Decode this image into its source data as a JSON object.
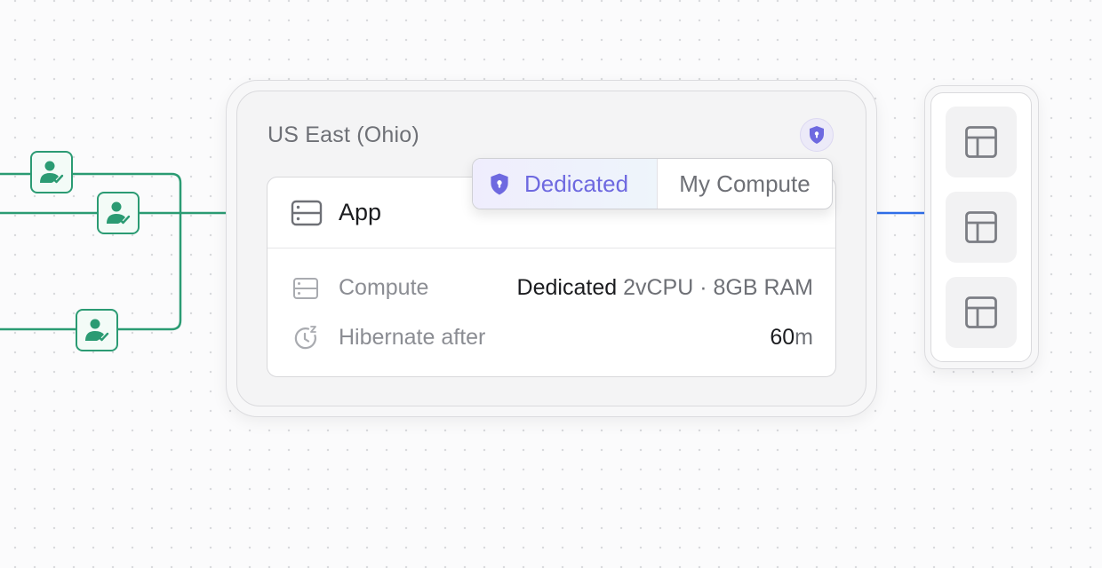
{
  "region": {
    "title": "US East (Ohio)",
    "security_icon": "shield-lock-icon"
  },
  "app": {
    "title": "App",
    "icon": "server-icon",
    "rows": [
      {
        "icon": "server-icon",
        "label": "Compute",
        "value_strong": "Dedicated",
        "value_rest": " 2vCPU · 8GB RAM"
      },
      {
        "icon": "timer-sleep-icon",
        "label": "Hibernate after",
        "value_strong": "60",
        "value_rest": "m"
      }
    ]
  },
  "popover": {
    "options": [
      {
        "label": "Dedicated",
        "icon": "shield-lock-icon",
        "selected": true
      },
      {
        "label": "My Compute",
        "selected": false
      }
    ]
  },
  "users": [
    {
      "icon": "user-check-icon"
    },
    {
      "icon": "user-check-icon"
    },
    {
      "icon": "user-check-icon"
    }
  ],
  "database": {
    "tables": [
      {
        "icon": "table-icon"
      },
      {
        "icon": "table-icon"
      },
      {
        "icon": "table-icon"
      }
    ]
  },
  "colors": {
    "user_connection": "#2b9b73",
    "db_connection": "#2f6ee8",
    "accent": "#6e69e0"
  }
}
